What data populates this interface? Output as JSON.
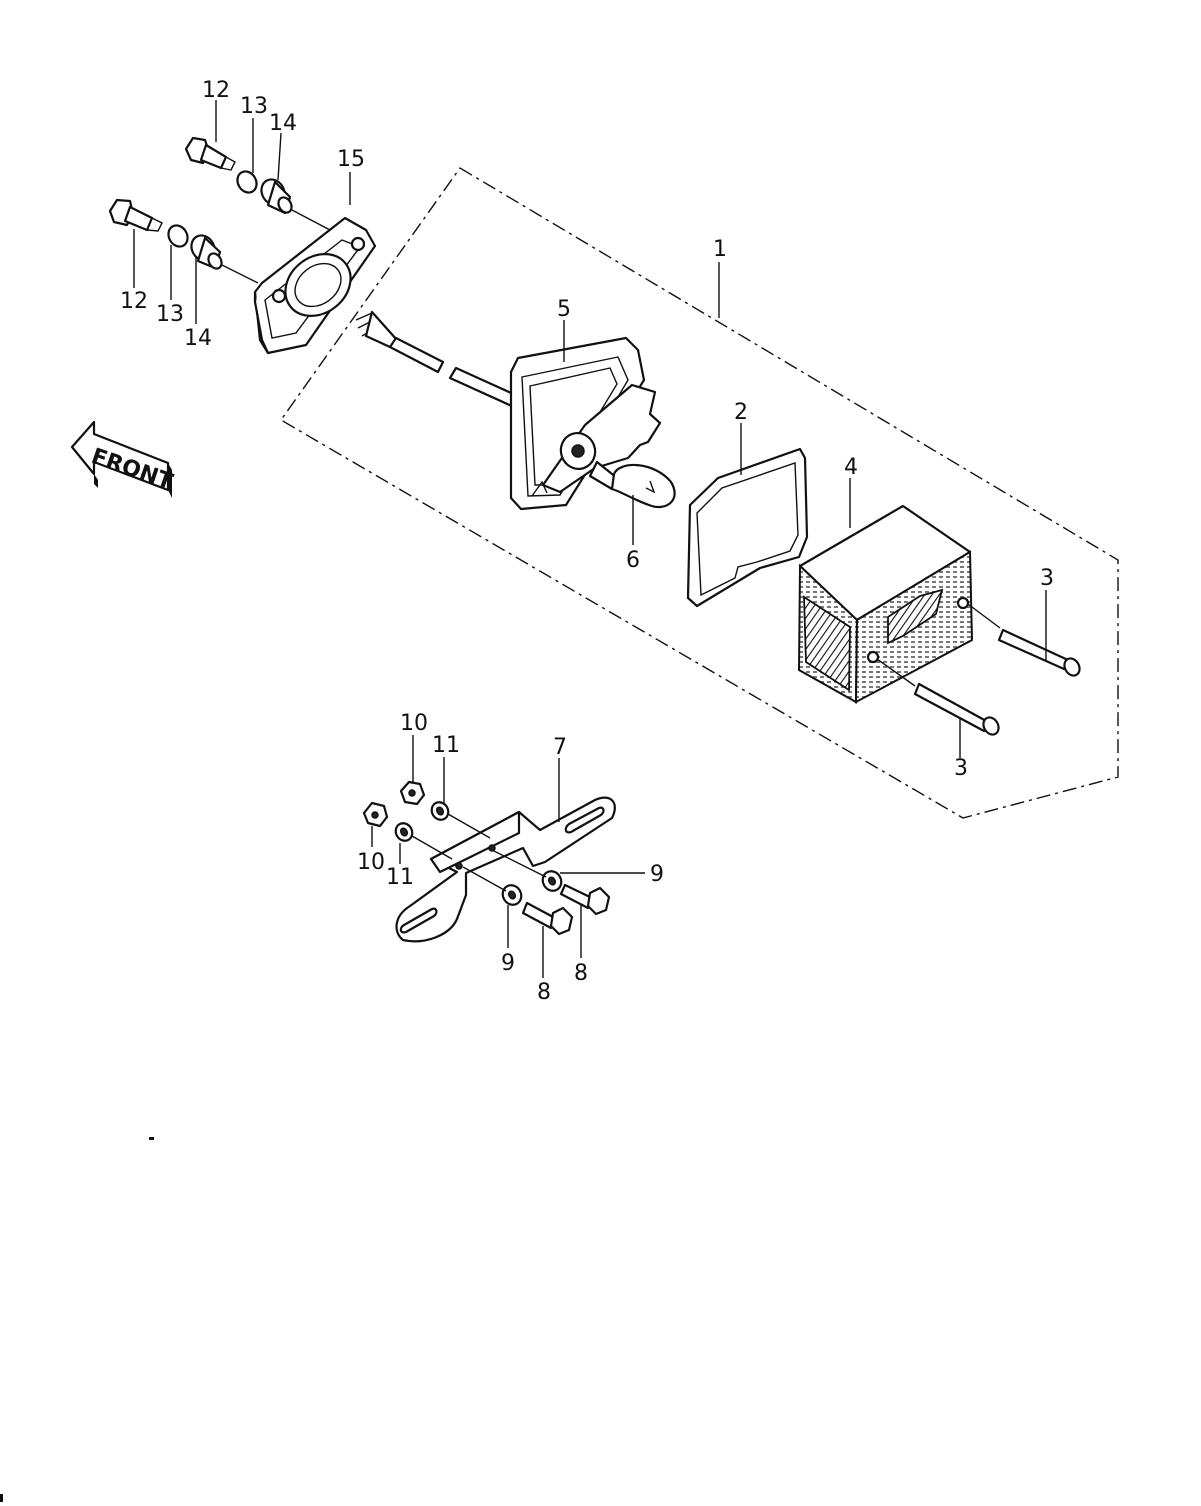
{
  "diagram": {
    "direction_label": "FRONT",
    "callouts": {
      "c1": "1",
      "c2": "2",
      "c3a": "3",
      "c3b": "3",
      "c4": "4",
      "c5": "5",
      "c6": "6",
      "c7": "7",
      "c8a": "8",
      "c8b": "8",
      "c9a": "9",
      "c9b": "9",
      "c10a": "10",
      "c10b": "10",
      "c11a": "11",
      "c11b": "11",
      "c12a": "12",
      "c12b": "12",
      "c13a": "13",
      "c13b": "13",
      "c14a": "14",
      "c14b": "14",
      "c15": "15"
    }
  }
}
